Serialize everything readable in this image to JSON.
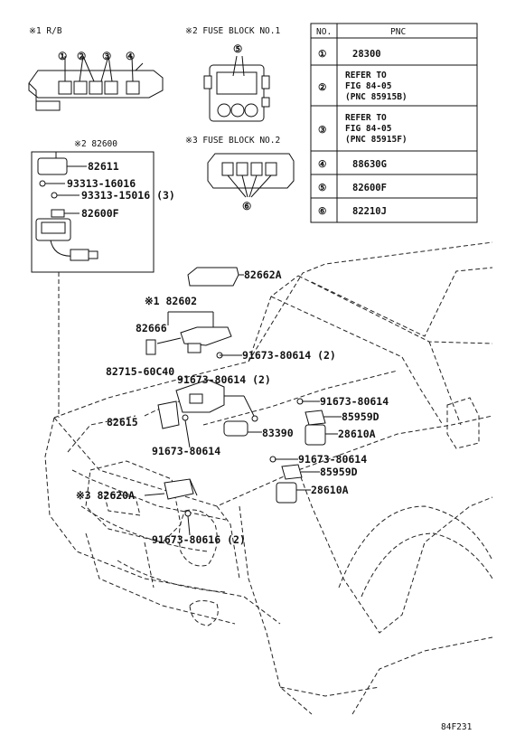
{
  "headers": {
    "rb": "※1 R/B",
    "fuse1": "※2 FUSE BLOCK NO.1",
    "fuse2": "※3 FUSE BLOCK NO.2",
    "box": "※2 82600"
  },
  "table": {
    "col_no": "NO.",
    "col_pnc": "PNC",
    "rows": [
      {
        "no": "①",
        "pnc": [
          "28300"
        ]
      },
      {
        "no": "②",
        "pnc": [
          "REFER TO",
          "FIG 84-05",
          "(PNC 85915B)"
        ]
      },
      {
        "no": "③",
        "pnc": [
          "REFER TO",
          "FIG 84-05",
          "(PNC 85915F)"
        ]
      },
      {
        "no": "④",
        "pnc": [
          "88630G"
        ]
      },
      {
        "no": "⑤",
        "pnc": [
          "82600F"
        ]
      },
      {
        "no": "⑥",
        "pnc": [
          "82210J"
        ]
      }
    ]
  },
  "callouts": {
    "c1": "①",
    "c2": "②",
    "c3": "③",
    "c4": "④",
    "c5": "⑤",
    "c6": "⑥"
  },
  "box_parts": {
    "p1": "82611",
    "p2": "93313-16016",
    "p3": "93313-15016 (3)",
    "p4": "82600F"
  },
  "parts": {
    "p82662A": "82662A",
    "p82602": "※1 82602",
    "p82666": "82666",
    "p91673a": "91673-80614 (2)",
    "p82715": "82715-60C40",
    "p91673b": "91673-80614 (2)",
    "p91673c": "91673-80614",
    "p82615": "82615",
    "p85959a": "85959D",
    "p83390": "83390",
    "p28610a": "28610A",
    "p91673d": "91673-80614",
    "p91673e": "91673-80614",
    "p85959b": "85959D",
    "p82620A": "※3 82620A",
    "p28610b": "28610A",
    "p91673f": "91673-80616 (2)"
  },
  "figure_id": "84F231"
}
